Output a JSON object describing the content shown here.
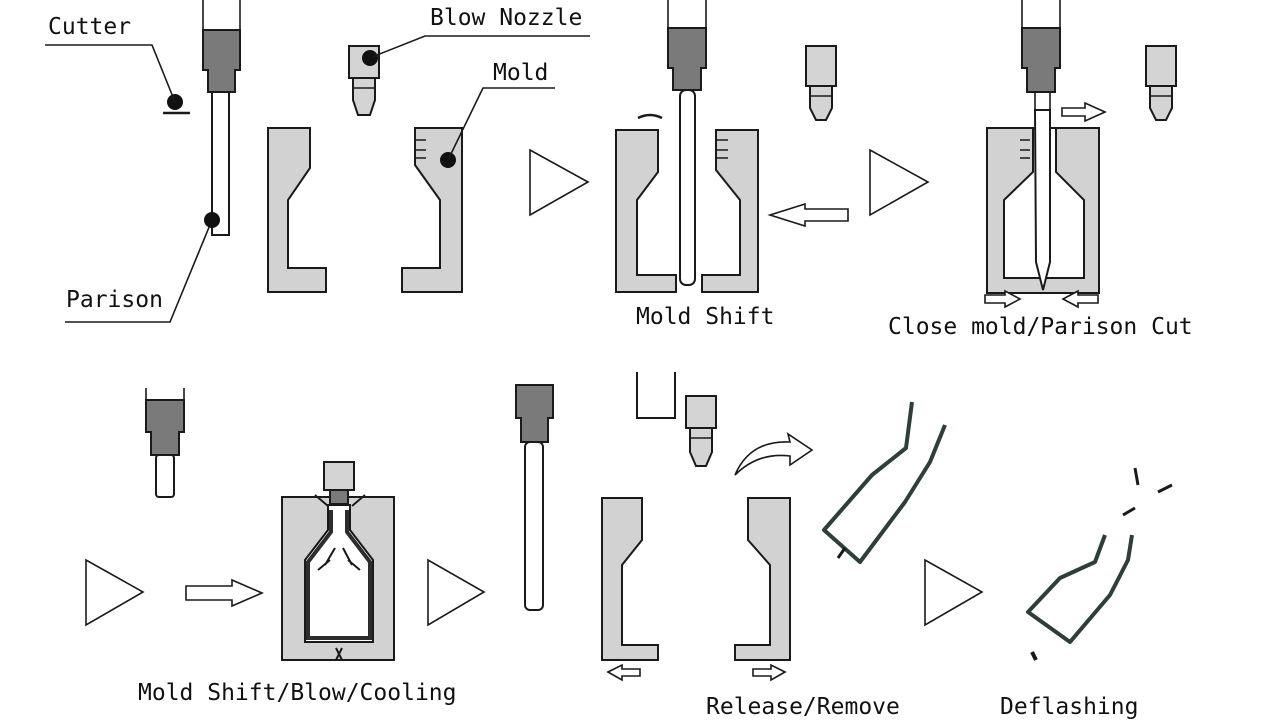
{
  "labels": {
    "cutter": "Cutter",
    "blow_nozzle": "Blow Nozzle",
    "mold": "Mold",
    "parison": "Parison",
    "mold_shift": "Mold Shift",
    "close_mold_cut": "Close mold/Parison Cut",
    "mold_shift_blow_cooling": "Mold Shift/Blow/Cooling",
    "release_remove": "Release/Remove",
    "deflashing": "Deflashing"
  }
}
